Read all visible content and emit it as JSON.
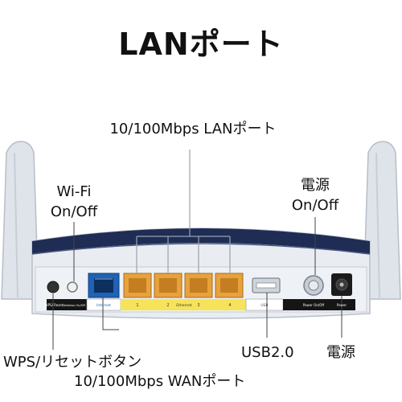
{
  "title": "LANポート",
  "labels": {
    "lan_ports": "10/100Mbps LANポート",
    "wifi_line1": "Wi-Fi",
    "wifi_line2": "On/Off",
    "power_switch_line1": "電源",
    "power_switch_line2": "On/Off",
    "wps_reset": "WPS/リセットボタン",
    "wan_port": "10/100Mbps WANポート",
    "usb": "USB2.0",
    "power": "電源"
  },
  "panel_text": {
    "wps_reset_small": "WPS/ Reset",
    "wireless_small": "Wireless On/Off",
    "internet_small": "Internet",
    "ethernet_small": "Ethernet",
    "port_1": "1",
    "port_2": "2",
    "port_3": "3",
    "port_4": "4",
    "usb_small": "USB",
    "power_onoff_small": "Power On/Off",
    "power_small": "Power"
  },
  "colors": {
    "wan_port": "#1e63b6",
    "lan_port": "#e7a23c",
    "label_strip_yellow": "#f6e35a",
    "line": "#444444",
    "lan_connector_line": "#9aa3ad",
    "router_body": "#e9edf2",
    "router_stripe": "#1f2d55"
  }
}
